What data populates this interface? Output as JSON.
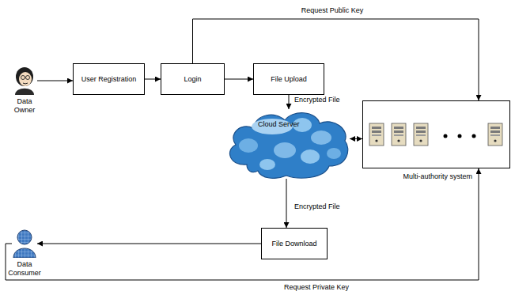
{
  "diagram": {
    "nodes": [
      {
        "text": [
          "Data Owner"
        ]
      },
      {
        "text": [
          "User Registration"
        ]
      },
      {
        "text": [
          "Login"
        ]
      },
      {
        "text": [
          "File Upload"
        ]
      },
      {
        "text": [
          "Cloud Server"
        ]
      },
      {
        "text": [
          "Multi-authority system"
        ]
      },
      {
        "text": [
          "File Download"
        ]
      },
      {
        "text": [
          "Data Consumer"
        ]
      }
    ],
    "edges": [
      {
        "from": 0,
        "to": 1,
        "arrow": "to"
      },
      {
        "from": 1,
        "to": 2,
        "arrow": "to"
      },
      {
        "from": 2,
        "to": 3,
        "arrow": "to"
      },
      {
        "from": 2,
        "to": 5,
        "label": "Request Public Key",
        "arrow": "to"
      },
      {
        "from": 3,
        "to": 4,
        "label": "Encrypted File",
        "arrow": "to"
      },
      {
        "from": 4,
        "to": 5,
        "arrow": "both"
      },
      {
        "from": 4,
        "to": 6,
        "label": "Encrypted File",
        "arrow": "to"
      },
      {
        "from": 6,
        "to": 7,
        "arrow": "to"
      },
      {
        "from": 7,
        "to": 5,
        "label": "Request Private Key",
        "arrow": "to"
      }
    ]
  }
}
